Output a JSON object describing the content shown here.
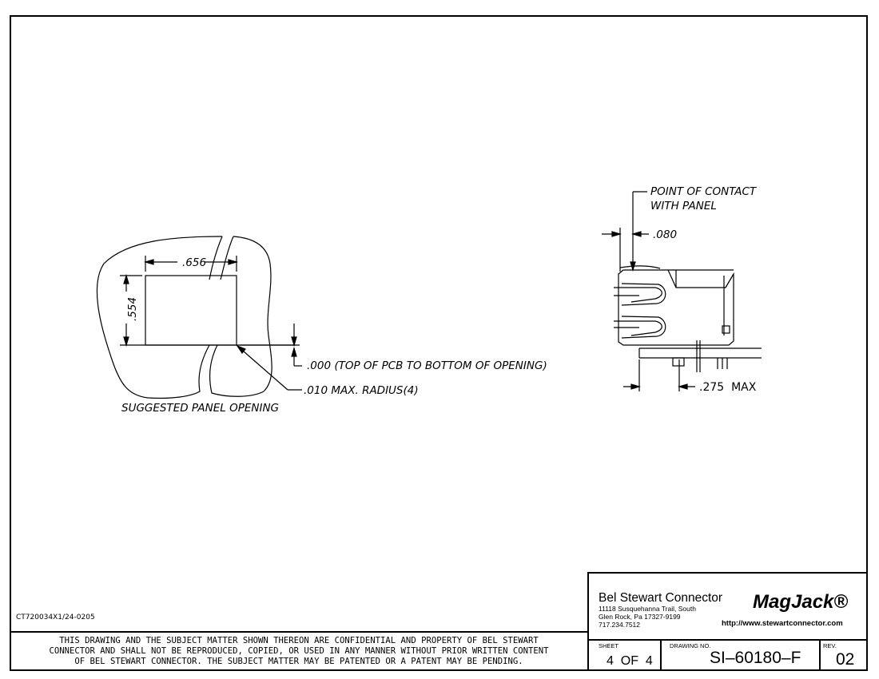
{
  "suggested_panel": {
    "width_dim": ".656",
    "height_dim": ".554",
    "offset_dim": ".000 (TOP OF PCB TO BOTTOM OF OPENING)",
    "radius_note": ".010 MAX. RADIUS(4)",
    "caption": "SUGGESTED PANEL OPENING"
  },
  "side_view": {
    "contact_note_line1": "POINT OF CONTACT",
    "contact_note_line2": "WITH PANEL",
    "contact_dim": ".080",
    "max_dim": ".275  MAX"
  },
  "doc_code": "CT720034X1/24-0205",
  "confidentiality": {
    "line1": "THIS DRAWING AND THE SUBJECT MATTER SHOWN THEREON ARE CONFIDENTIAL AND PROPERTY OF BEL STEWART",
    "line2": "CONNECTOR AND SHALL NOT BE REPRODUCED, COPIED, OR USED IN ANY MANNER WITHOUT PRIOR WRITTEN CONTENT",
    "line3": "OF BEL STEWART CONNECTOR.  THE SUBJECT MATTER MAY BE PATENTED OR A PATENT MAY BE PENDING."
  },
  "title_block": {
    "company": "Bel Stewart Connector",
    "address1": "11118 Susquehanna Trail, South",
    "address2": "Glen Rock, Pa  17327-9199",
    "phone": "717.234.7512",
    "logo": "MagJack®",
    "url": "http://www.stewartconnector.com",
    "sheet_label": "SHEET",
    "sheet_value": "4  OF  4",
    "drawing_label": "DRAWING NO.",
    "drawing_value": "SI–60180–F",
    "rev_label": "REV.",
    "rev_value": "02"
  }
}
